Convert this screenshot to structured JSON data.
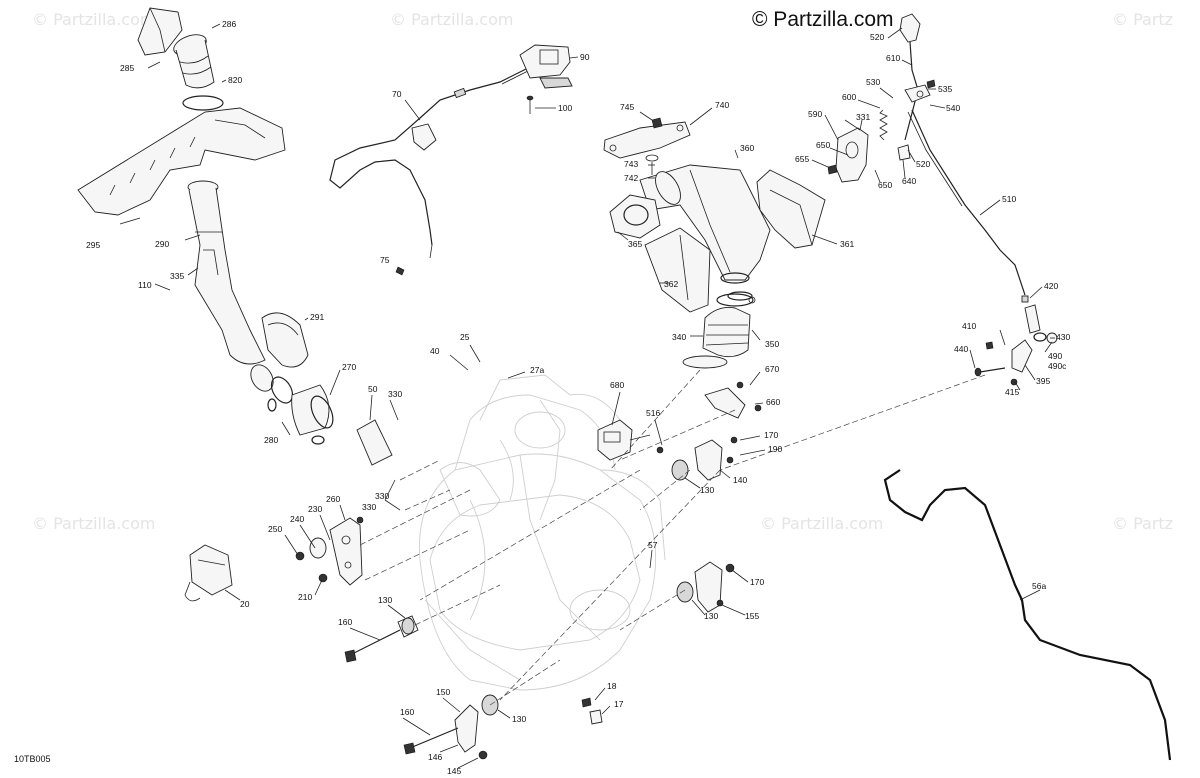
{
  "copyright": "© Partzilla.com",
  "watermarks": [
    "© Partzilla.com",
    "© Partzilla.com",
    "© Partz",
    "© Partzilla.com",
    "© Partzilla.com",
    "© Partz"
  ],
  "diagram_code": "10TB005",
  "callouts": [
    "285",
    "286",
    "820",
    "90",
    "100",
    "70",
    "745",
    "740",
    "743",
    "742",
    "360",
    "365",
    "361",
    "362",
    "340",
    "350",
    "295",
    "290",
    "110",
    "335",
    "75",
    "291",
    "25",
    "40",
    "27a",
    "270",
    "50",
    "330",
    "280",
    "330",
    "330",
    "680",
    "670",
    "660",
    "516",
    "170",
    "190",
    "140",
    "130",
    "260",
    "230",
    "240",
    "250",
    "210",
    "20",
    "57",
    "170",
    "130",
    "155",
    "160",
    "130",
    "150",
    "160",
    "146",
    "145",
    "18",
    "17",
    "130",
    "520",
    "610",
    "535",
    "540",
    "530",
    "600",
    "331",
    "590",
    "650",
    "655",
    "650",
    "640",
    "520",
    "510",
    "420",
    "410",
    "430",
    "440",
    "490",
    "490c",
    "395",
    "415",
    "56a"
  ]
}
